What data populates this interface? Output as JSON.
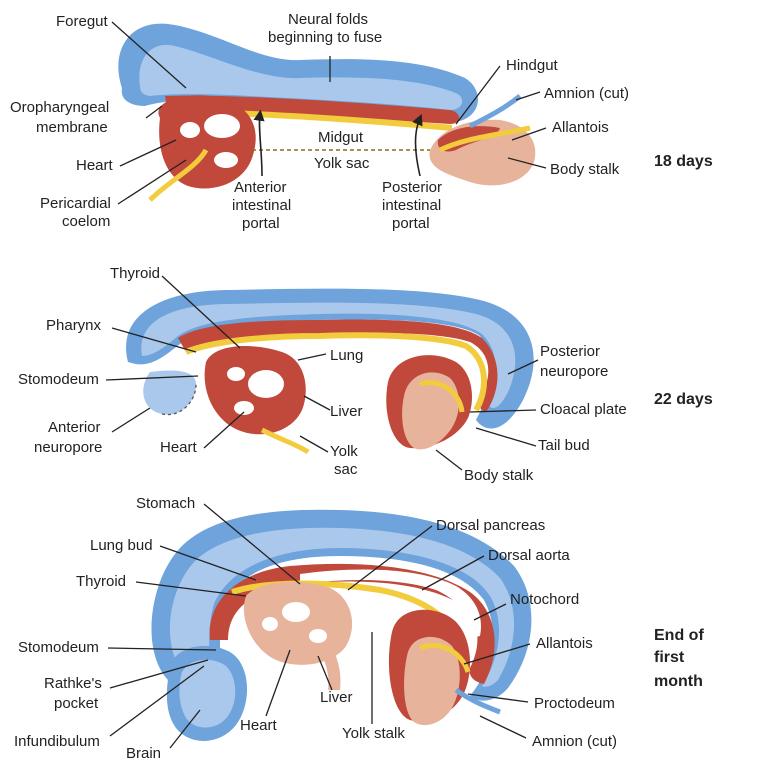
{
  "colors": {
    "ectoderm_outer": "#6fa3dc",
    "ectoderm_inner": "#a9c8ec",
    "mesoderm": "#c0493b",
    "endoderm": "#f2cc3c",
    "endoderm_edge": "#c79b1e",
    "extraembryonic": "#e7b39b",
    "lumen": "#ffffff",
    "label": "#222222"
  },
  "panel1": {
    "stage": "18 days",
    "labels": {
      "foregut": "Foregut",
      "neural_folds_1": "Neural folds",
      "neural_folds_2": "beginning to fuse",
      "hindgut": "Hindgut",
      "amnion_cut": "Amnion (cut)",
      "allantois": "Allantois",
      "oro_1": "Oropharyngeal",
      "oro_2": "membrane",
      "midgut": "Midgut",
      "yolk_sac": "Yolk sac",
      "heart": "Heart",
      "body_stalk": "Body stalk",
      "pericardial_1": "Pericardial",
      "pericardial_2": "coelom",
      "anterior_1": "Anterior",
      "anterior_2": "intestinal",
      "anterior_3": "portal",
      "posterior_1": "Posterior",
      "posterior_2": "intestinal",
      "posterior_3": "portal"
    }
  },
  "panel2": {
    "stage": "22 days",
    "labels": {
      "thyroid": "Thyroid",
      "pharynx": "Pharynx",
      "lung": "Lung",
      "posterior_neuropore_1": "Posterior",
      "posterior_neuropore_2": "neuropore",
      "stomodeum": "Stomodeum",
      "liver": "Liver",
      "cloacal_plate": "Cloacal plate",
      "anterior_neuropore_1": "Anterior",
      "anterior_neuropore_2": "neuropore",
      "heart": "Heart",
      "tail_bud": "Tail bud",
      "yolk_1": "Yolk",
      "yolk_2": "sac",
      "body_stalk": "Body stalk"
    }
  },
  "panel3": {
    "stage_1": "End of",
    "stage_2": "first",
    "stage_3": "month",
    "labels": {
      "stomach": "Stomach",
      "dorsal_pancreas": "Dorsal pancreas",
      "lung_bud": "Lung bud",
      "dorsal_aorta": "Dorsal aorta",
      "thyroid": "Thyroid",
      "notochord": "Notochord",
      "stomodeum": "Stomodeum",
      "allantois": "Allantois",
      "rathke_1": "Rathke's",
      "rathke_2": "pocket",
      "liver": "Liver",
      "proctodeum": "Proctodeum",
      "infundibulum": "Infundibulum",
      "heart": "Heart",
      "yolk_stalk": "Yolk stalk",
      "amnion_cut": "Amnion (cut)",
      "brain": "Brain"
    }
  }
}
